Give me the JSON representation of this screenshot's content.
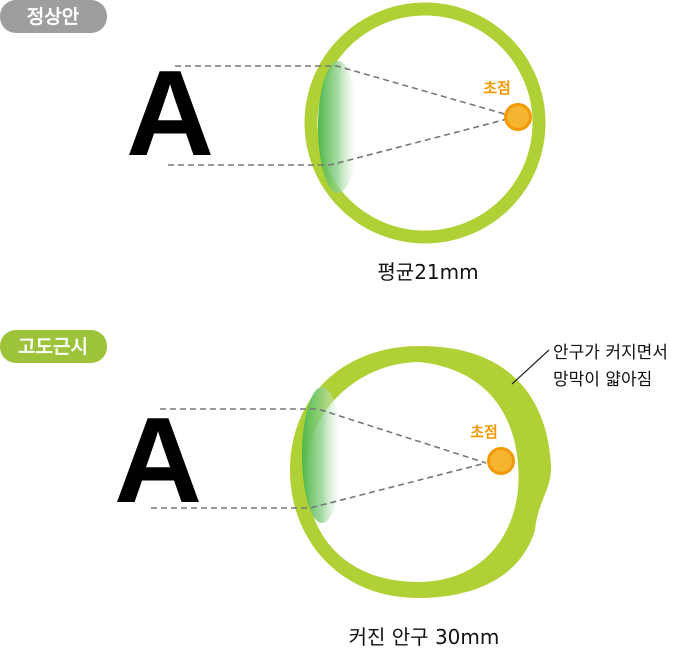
{
  "normal": {
    "badge": "정상안",
    "letter": "A",
    "focus_label": "초점",
    "caption": "평균21mm"
  },
  "myopia": {
    "badge": "고도근시",
    "letter": "A",
    "focus_label": "초점",
    "caption": "커진 안구 30mm",
    "note_line1": "안구가 커지면서",
    "note_line2": "망막이 얇아짐"
  },
  "colors": {
    "eye": "#afd136",
    "badge_normal": "#9e9e9e",
    "badge_myopia": "#9dc33b",
    "focus_fill": "#f6b531",
    "focus_stroke": "#f39800"
  }
}
